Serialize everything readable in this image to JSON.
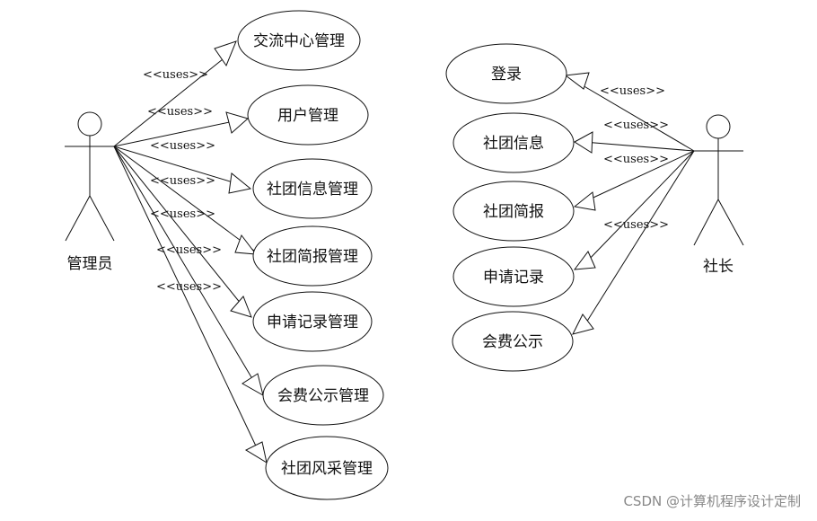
{
  "actors": {
    "admin": {
      "label": "管理员"
    },
    "president": {
      "label": "社长"
    }
  },
  "admin_use_cases": [
    {
      "label": "交流中心管理"
    },
    {
      "label": "用户管理"
    },
    {
      "label": "社团信息管理"
    },
    {
      "label": "社团简报管理"
    },
    {
      "label": "申请记录管理"
    },
    {
      "label": "会费公示管理"
    },
    {
      "label": "社团风采管理"
    }
  ],
  "president_use_cases": [
    {
      "label": "登录"
    },
    {
      "label": "社团信息"
    },
    {
      "label": "社团简报"
    },
    {
      "label": "申请记录"
    },
    {
      "label": "会费公示"
    }
  ],
  "relation_label": "<<uses>>",
  "watermark": "CSDN @计算机程序设计定制"
}
